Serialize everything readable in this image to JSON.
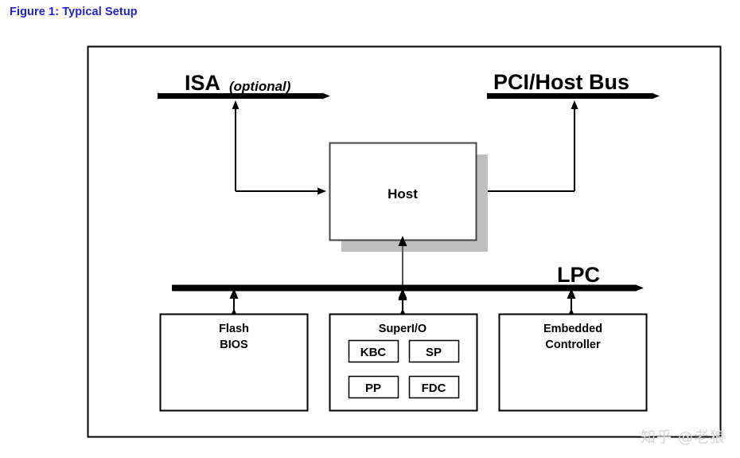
{
  "figure": {
    "title": "Figure 1: Typical Setup",
    "title_color": "#2222cc"
  },
  "diagram": {
    "buses": [
      {
        "id": "isa-bus",
        "label": "ISA",
        "qualifier": "(optional)",
        "direction": "bidirectional"
      },
      {
        "id": "pci-host-bus",
        "label": "PCI/Host Bus",
        "qualifier": "",
        "direction": "bidirectional"
      },
      {
        "id": "lpc-bus",
        "label": "LPC",
        "qualifier": "",
        "direction": "bidirectional"
      }
    ],
    "host": {
      "label": "Host",
      "shadow_color": "#bfbfbf"
    },
    "devices": [
      {
        "id": "flash-bios",
        "line1": "Flash",
        "line2": "BIOS"
      },
      {
        "id": "super-io",
        "line1": "SuperI/O",
        "line2": "",
        "sub_blocks": [
          {
            "id": "kbc",
            "label": "KBC"
          },
          {
            "id": "sp",
            "label": "SP"
          },
          {
            "id": "pp",
            "label": "PP"
          },
          {
            "id": "fdc",
            "label": "FDC"
          }
        ]
      },
      {
        "id": "embedded-controller",
        "line1": "Embedded",
        "line2": "Controller"
      }
    ]
  },
  "watermark": {
    "text": "知乎 @老狼"
  }
}
